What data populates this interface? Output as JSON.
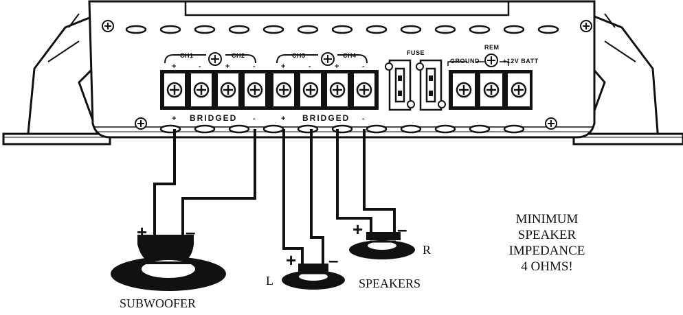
{
  "amplifier": {
    "labels": {
      "ch1": "CH1",
      "ch2": "CH2",
      "ch3": "CH3",
      "ch4": "CH4",
      "fuse": "FUSE",
      "ground": "GROUND",
      "rem": "REM",
      "batt": "+12V BATT",
      "bridged_left": "BRIDGED",
      "bridged_right": "BRIDGED",
      "plus": "+",
      "minus": "-"
    }
  },
  "speakers": {
    "subwoofer_label": "SUBWOOFER",
    "speakers_label": "SPEAKERS",
    "left_label": "L",
    "right_label": "R",
    "plus": "+",
    "minus": "–"
  },
  "note": {
    "line1": "MINIMUM",
    "line2": "SPEAKER",
    "line3": "IMPEDANCE",
    "line4": "4 OHMS!"
  }
}
